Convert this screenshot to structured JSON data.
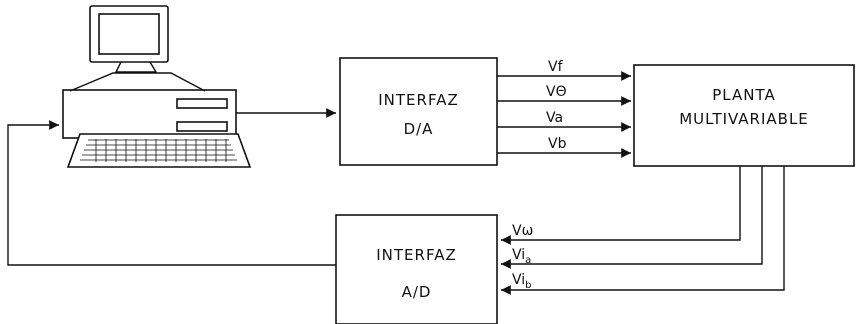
{
  "blocks": {
    "dac": {
      "line1": "INTERFAZ",
      "line2": "D/A"
    },
    "plant": {
      "line1": "PLANTA",
      "line2": "MULTIVARIABLE"
    },
    "adc": {
      "line1": "INTERFAZ",
      "line2": "A/D"
    }
  },
  "signals_out": [
    {
      "main": "Vf"
    },
    {
      "main": "VΘ"
    },
    {
      "main": "Va"
    },
    {
      "main": "Vb"
    }
  ],
  "signals_in": [
    {
      "main": "Vω",
      "sub": ""
    },
    {
      "main": "Vi",
      "sub": "a"
    },
    {
      "main": "Vi",
      "sub": "b"
    }
  ],
  "icons": {
    "computer": "desktop-computer-icon"
  },
  "colors": {
    "ink": "#111111",
    "background": "#ffffff"
  }
}
